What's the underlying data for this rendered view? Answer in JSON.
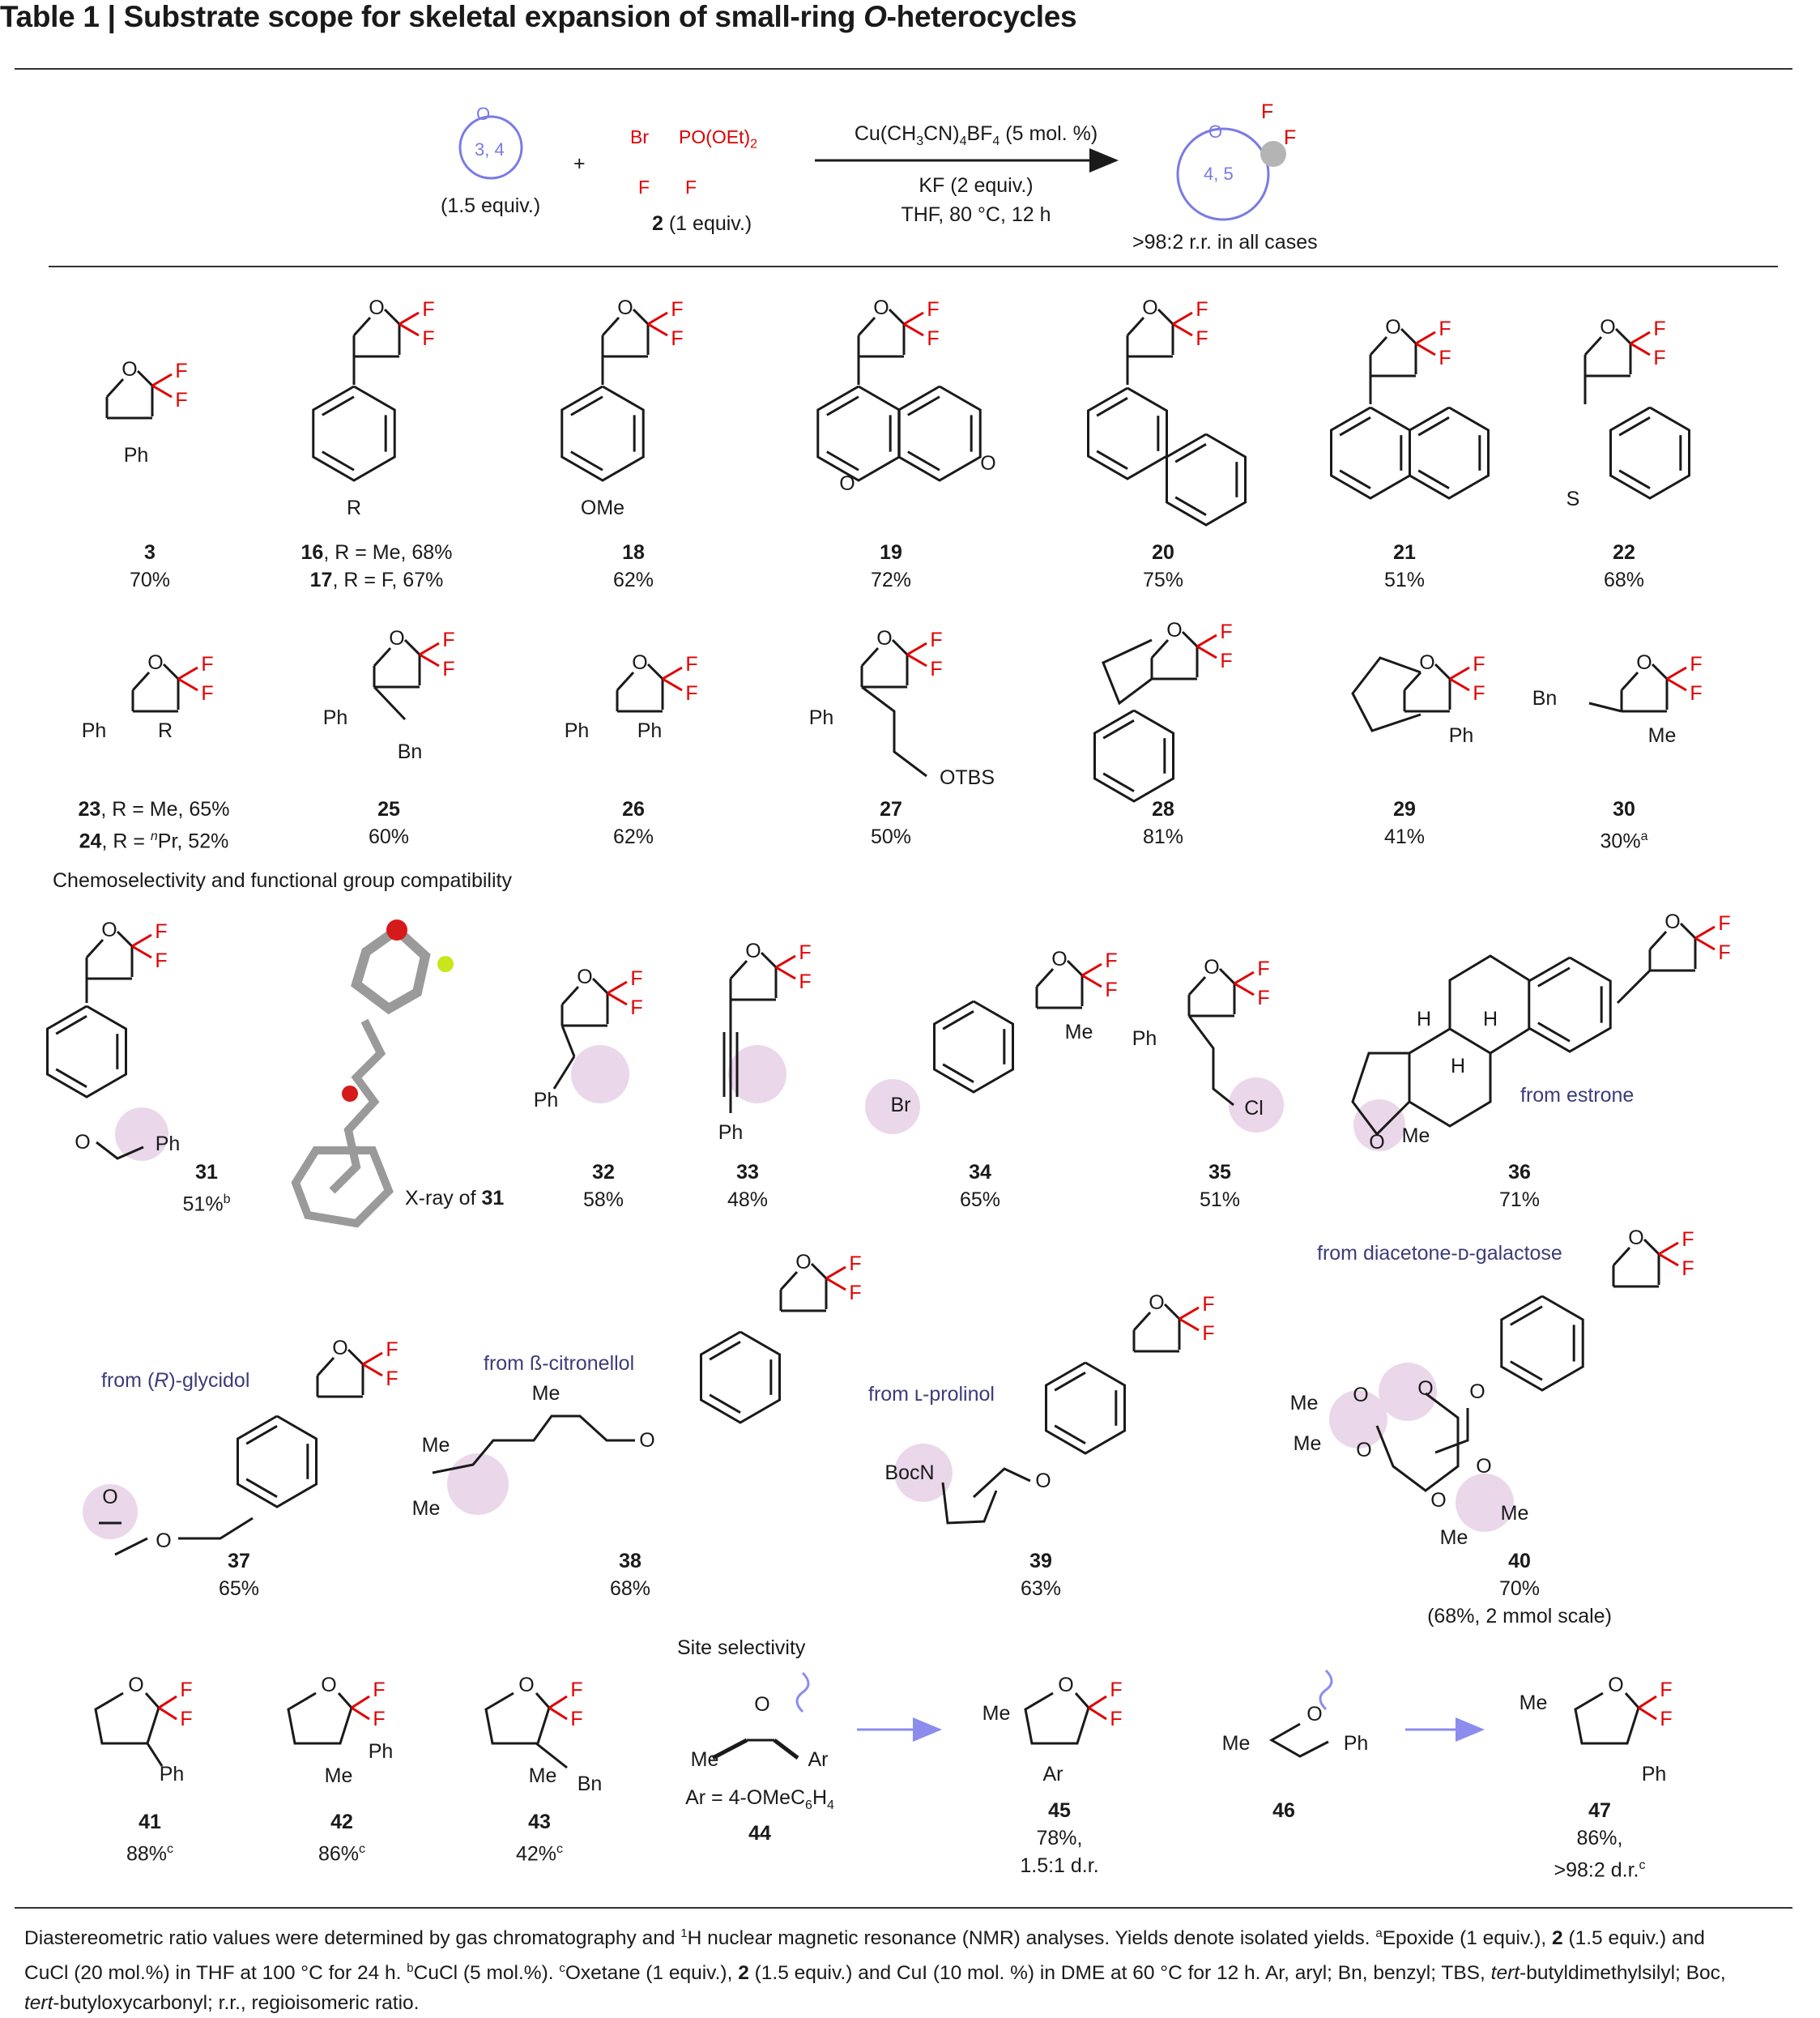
{
  "title": {
    "prefix": "Table 1 | Substrate scope for skeletal expansion of small-ring ",
    "italic": "O",
    "suffix": "-heterocycles"
  },
  "scheme": {
    "ring_start_label": "3, 4",
    "ring_start_equiv": "(1.5 equiv.)",
    "plus": "+",
    "reagent_formula_br": "Br",
    "reagent_formula_po": "PO(OEt)",
    "reagent_formula_po_sub": "2",
    "reagent_label_num": "2",
    "reagent_label_equiv": "(1 equiv.)",
    "catalyst_a": "Cu(CH",
    "catalyst_b": "3",
    "catalyst_c": "CN)",
    "catalyst_d": "4",
    "catalyst_e": "BF",
    "catalyst_f": "4",
    "catalyst_g": " (5 mol. %)",
    "base": "KF (2 equiv.)",
    "solvent": "THF, 80 °C, 12 h",
    "ring_product_label": "4, 5",
    "regio_note": ">98:2  r.r. in all cases"
  },
  "atoms": {
    "O": "O",
    "F": "F",
    "Ph": "Ph",
    "Me": "Me",
    "R": "R",
    "Bn": "Bn",
    "S": "S",
    "OMe": "OMe",
    "OTBS": "OTBS",
    "Br": "Br",
    "Cl": "Cl",
    "H": "H",
    "BocN": "BocN",
    "Ar": "Ar"
  },
  "compounds_row1": [
    {
      "num": "3",
      "yield": "70%"
    },
    {
      "num": "16",
      "detail": ", R = Me, 68%",
      "num2": "17",
      "detail2": ", R = F, 67%"
    },
    {
      "num": "18",
      "yield": "62%"
    },
    {
      "num": "19",
      "yield": "72%"
    },
    {
      "num": "20",
      "yield": "75%"
    },
    {
      "num": "21",
      "yield": "51%"
    },
    {
      "num": "22",
      "yield": "68%"
    }
  ],
  "compounds_row2": [
    {
      "num": "23",
      "detail": ", R = Me, 65%",
      "num2": "24",
      "detail2a": ", R = ",
      "detail2sup": "n",
      "detail2b": "Pr, 52%"
    },
    {
      "num": "25",
      "yield": "60%"
    },
    {
      "num": "26",
      "yield": "62%"
    },
    {
      "num": "27",
      "yield": "50%"
    },
    {
      "num": "28",
      "yield": "81%"
    },
    {
      "num": "29",
      "yield": "41%"
    },
    {
      "num": "30",
      "yield": "30%",
      "sup": "a"
    }
  ],
  "section_chemo": "Chemoselectivity and functional group compatibility",
  "compounds_row3": [
    {
      "num": "31",
      "yield": "51%",
      "sup": "b"
    },
    {
      "xray_prefix": "X-ray of ",
      "xray_num": "31"
    },
    {
      "num": "32",
      "yield": "58%"
    },
    {
      "num": "33",
      "yield": "48%"
    },
    {
      "num": "34",
      "yield": "65%"
    },
    {
      "num": "35",
      "yield": "51%"
    },
    {
      "num": "36",
      "yield": "71%",
      "source": "from estrone"
    }
  ],
  "compounds_row4": [
    {
      "num": "37",
      "yield": "65%",
      "source_a": "from (",
      "source_i": "R",
      "source_b": ")-glycidol"
    },
    {
      "num": "38",
      "yield": "68%",
      "source": "from ß-citronellol"
    },
    {
      "num": "39",
      "yield": "63%",
      "source": "from ʟ-prolinol"
    },
    {
      "num": "40",
      "yield": "70%",
      "extra": "(68%, 2 mmol scale)",
      "source": "from diacetone-ᴅ-galactose"
    }
  ],
  "section_site": "Site selectivity",
  "compounds_row5": [
    {
      "num": "41",
      "yield": "88%",
      "sup": "c"
    },
    {
      "num": "42",
      "yield": "86%",
      "sup": "c"
    },
    {
      "num": "43",
      "yield": "42%",
      "sup": "c"
    },
    {
      "num": "44",
      "ar_def_a": "Ar = 4-OMeC",
      "ar_def_b": "6",
      "ar_def_c": "H",
      "ar_def_d": "4"
    },
    {
      "num": "45",
      "yield": "78%,",
      "dr": "1.5:1 d.r."
    },
    {
      "num": "46"
    },
    {
      "num": "47",
      "yield": "86%,",
      "dr": ">98:2 d.r.",
      "sup": "c"
    }
  ],
  "footnote": {
    "l1": "Diastereometric ratio values were determined by gas chromatography and ",
    "l1sup": "1",
    "l1b": "H nuclear magnetic resonance (NMR) analyses. Yields denote isolated yields. ",
    "l1c": "a",
    "l1d": "Epoxide (1 equiv.), ",
    "l1e": "2",
    "l1f": " (1.5 equiv.) and",
    "l2": "CuCl (20 mol.%) in THF at 100 °C for 24 h. ",
    "l2sup": "b",
    "l2b": "CuCl (5 mol.%). ",
    "l2c": "c",
    "l2d": "Oxetane (1 equiv.), ",
    "l2e": "2",
    "l2f": " (1.5 equiv.) and CuI (10 mol. %) in DME at 60 °C for 12 h. Ar, aryl; Bn, benzyl; TBS, ",
    "l2g": "tert",
    "l2h": "-butyldimethylsilyl; Boc,",
    "l3a": "tert",
    "l3b": "-butyloxycarbonyl; r.r., regioisomeric ratio."
  },
  "colors": {
    "fluorine": "#e00000",
    "oxygen": "#1a1a1a",
    "highlight": "#ead7ea",
    "ring": "#7a7ae6",
    "source_text": "#3c3c7a",
    "arrow": "#8c8cee"
  }
}
